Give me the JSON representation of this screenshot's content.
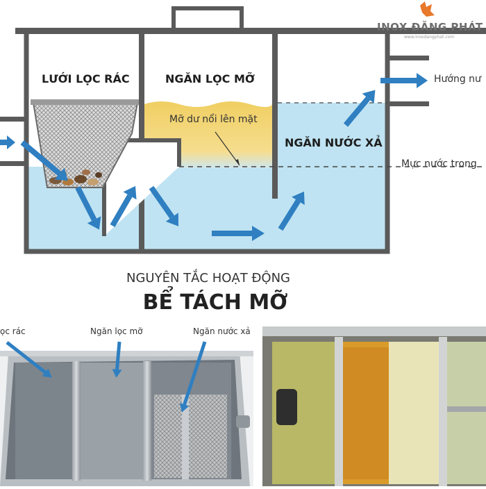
{
  "brand": {
    "name": "INOX ĐĂNG PHÁT",
    "url": "www.inoxdangphat.com",
    "logo_color": "#e8782a"
  },
  "diagram": {
    "compartments": {
      "screen": "LƯỚI LỌC RÁC",
      "grease": "NGĂN LỌC MỠ",
      "discharge": "NGĂN NƯỚC XẢ"
    },
    "grease_note": "Mỡ dư nổi lên mặt",
    "outflow_label": "Hướng nư",
    "water_level_label": "Mực nước trong",
    "colors": {
      "water": "#bfe3f2",
      "grease": "#f1d06a",
      "wall": "#5a5a5a",
      "arrow": "#2f7fc1"
    }
  },
  "title": {
    "line1": "NGUYÊN TẮC HOẠT ĐỘNG",
    "line2": "BỂ TÁCH MỠ"
  },
  "photo": {
    "label_screen": "ọc rác",
    "label_grease": "Ngăn lọc mỡ",
    "label_discharge": "Ngăn nước xả"
  }
}
